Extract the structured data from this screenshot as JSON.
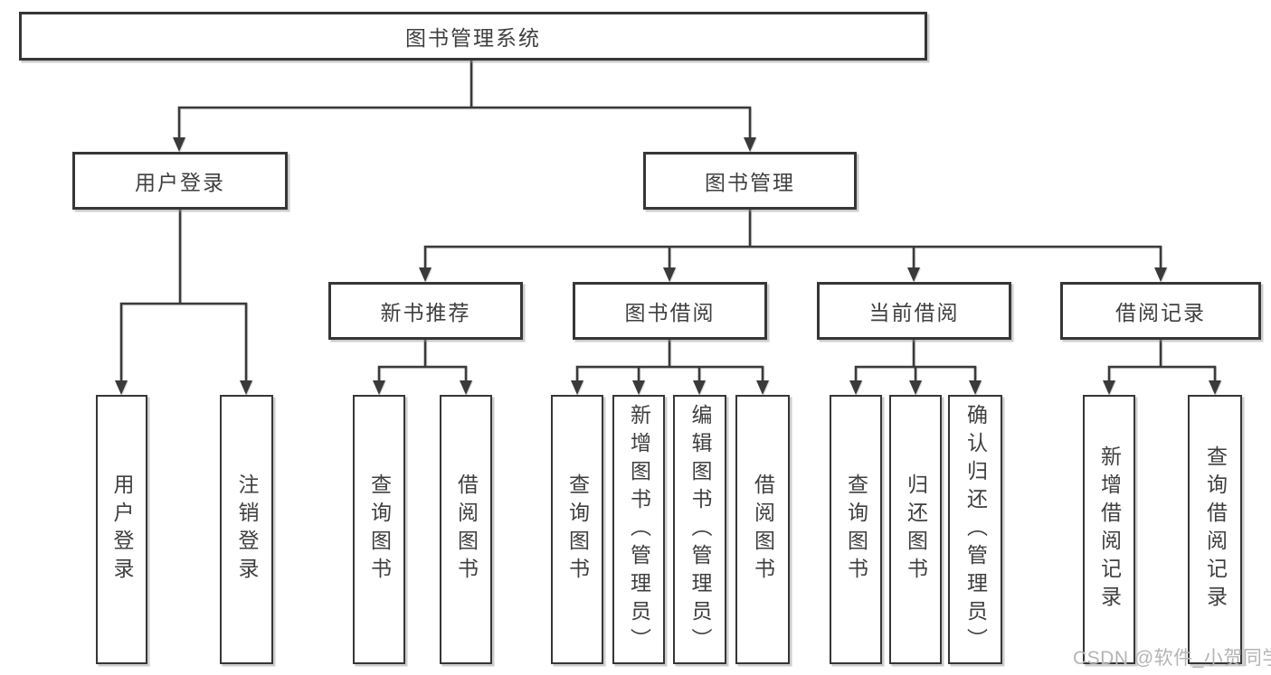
{
  "colors": {
    "line": "#3A3A3A",
    "box_border": "#363636",
    "box_fill": "#FFFFFF",
    "text": "#3F3F3F",
    "background": "#FFFFFF",
    "watermark_text_color": "#B5B5B5"
  },
  "watermark": {
    "text": "CSDN @软件_小贺同学"
  },
  "tree": {
    "root": {
      "label": "图书管理系统",
      "children": [
        {
          "label": "用户登录",
          "children": [
            {
              "label": "用户登录"
            },
            {
              "label": "注销登录"
            }
          ]
        },
        {
          "label": "图书管理",
          "children": [
            {
              "label": "新书推荐",
              "children": [
                {
                  "label": "查询图书"
                },
                {
                  "label": "借阅图书"
                }
              ]
            },
            {
              "label": "图书借阅",
              "children": [
                {
                  "label": "查询图书"
                },
                {
                  "label": "新增图书（管理员）"
                },
                {
                  "label": "编辑图书（管理员）"
                },
                {
                  "label": "借阅图书"
                }
              ]
            },
            {
              "label": "当前借阅",
              "children": [
                {
                  "label": "查询图书"
                },
                {
                  "label": "归还图书"
                },
                {
                  "label": "确认归还（管理员）"
                }
              ]
            },
            {
              "label": "借阅记录",
              "children": [
                {
                  "label": "新增借阅记录"
                },
                {
                  "label": "查询借阅记录"
                }
              ]
            }
          ]
        }
      ]
    }
  }
}
